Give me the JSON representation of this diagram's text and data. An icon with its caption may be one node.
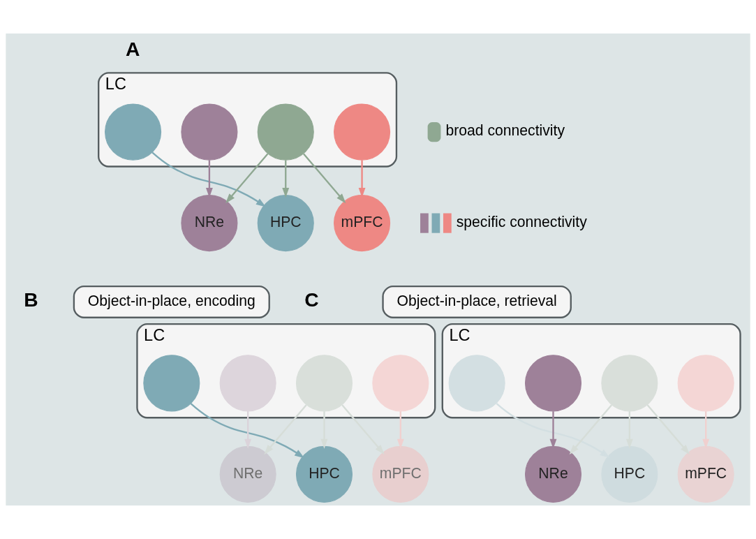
{
  "diagram": {
    "nodes": [
      {
        "text": [
          "LC"
        ]
      },
      {
        "text": [],
        "shape": "circle",
        "in": 0
      },
      {
        "text": [],
        "shape": "circle",
        "in": 0
      },
      {
        "text": [],
        "shape": "circle",
        "in": 0
      },
      {
        "text": [],
        "shape": "circle",
        "in": 0
      },
      {
        "text": [
          "NRe"
        ]
      },
      {
        "text": [
          "HPC"
        ]
      },
      {
        "text": [
          "mPFC"
        ]
      },
      {
        "text": [
          "Object-in-place, encoding"
        ]
      },
      {
        "text": [
          "LC"
        ]
      },
      {
        "text": [],
        "shape": "circle",
        "in": 9
      },
      {
        "text": [],
        "shape": "circle",
        "in": 9
      },
      {
        "text": [],
        "shape": "circle",
        "in": 9
      },
      {
        "text": [],
        "shape": "circle",
        "in": 9
      },
      {
        "text": [
          "NRe"
        ]
      },
      {
        "text": [
          "HPC"
        ]
      },
      {
        "text": [
          "mPFC"
        ]
      },
      {
        "text": [
          "Object-in-place, retrieval"
        ]
      },
      {
        "text": [
          "LC"
        ]
      },
      {
        "text": [],
        "shape": "circle",
        "in": 18
      },
      {
        "text": [],
        "shape": "circle",
        "in": 18
      },
      {
        "text": [],
        "shape": "circle",
        "in": 18
      },
      {
        "text": [],
        "shape": "circle",
        "in": 18
      },
      {
        "text": [
          "NRe"
        ]
      },
      {
        "text": [
          "HPC"
        ]
      },
      {
        "text": [
          "mPFC"
        ]
      }
    ],
    "edges": [
      {
        "from": 1,
        "to": 6,
        "arrow": "to",
        "color": "#7faab5"
      },
      {
        "from": 2,
        "to": 5,
        "arrow": "to",
        "color": "#9e8199"
      },
      {
        "from": 3,
        "to": 5,
        "arrow": "to",
        "color": "#8fa892"
      },
      {
        "from": 3,
        "to": 6,
        "arrow": "to",
        "color": "#8fa892"
      },
      {
        "from": 3,
        "to": 7,
        "arrow": "to",
        "color": "#8fa892"
      },
      {
        "from": 4,
        "to": 7,
        "arrow": "to",
        "color": "#ee8884"
      },
      {
        "from": 10,
        "to": 15,
        "arrow": "to",
        "color": "#7faab5"
      },
      {
        "from": 11,
        "to": 14,
        "arrow": "to",
        "color": "#dbd3da"
      },
      {
        "from": 12,
        "to": 14,
        "arrow": "to",
        "color": "#d6ddd8"
      },
      {
        "from": 12,
        "to": 15,
        "arrow": "to",
        "color": "#d6ddd8"
      },
      {
        "from": 12,
        "to": 16,
        "arrow": "to",
        "color": "#d6ddd8"
      },
      {
        "from": 13,
        "to": 16,
        "arrow": "to",
        "color": "#f0d0cf"
      },
      {
        "from": 19,
        "to": 24,
        "arrow": "to",
        "color": "#d3dfe2"
      },
      {
        "from": 20,
        "to": 23,
        "arrow": "to",
        "color": "#9e8199"
      },
      {
        "from": 21,
        "to": 23,
        "arrow": "to",
        "color": "#d6ddd8"
      },
      {
        "from": 21,
        "to": 24,
        "arrow": "to",
        "color": "#d6ddd8"
      },
      {
        "from": 21,
        "to": 25,
        "arrow": "to",
        "color": "#d6ddd8"
      },
      {
        "from": 22,
        "to": 25,
        "arrow": "to",
        "color": "#f0d0cf"
      }
    ],
    "labels": [
      "A",
      "B",
      "C"
    ],
    "legend": [
      {
        "text": "broad connectivity",
        "color": "#8fa892"
      },
      {
        "text": "specific connectivity"
      }
    ]
  }
}
